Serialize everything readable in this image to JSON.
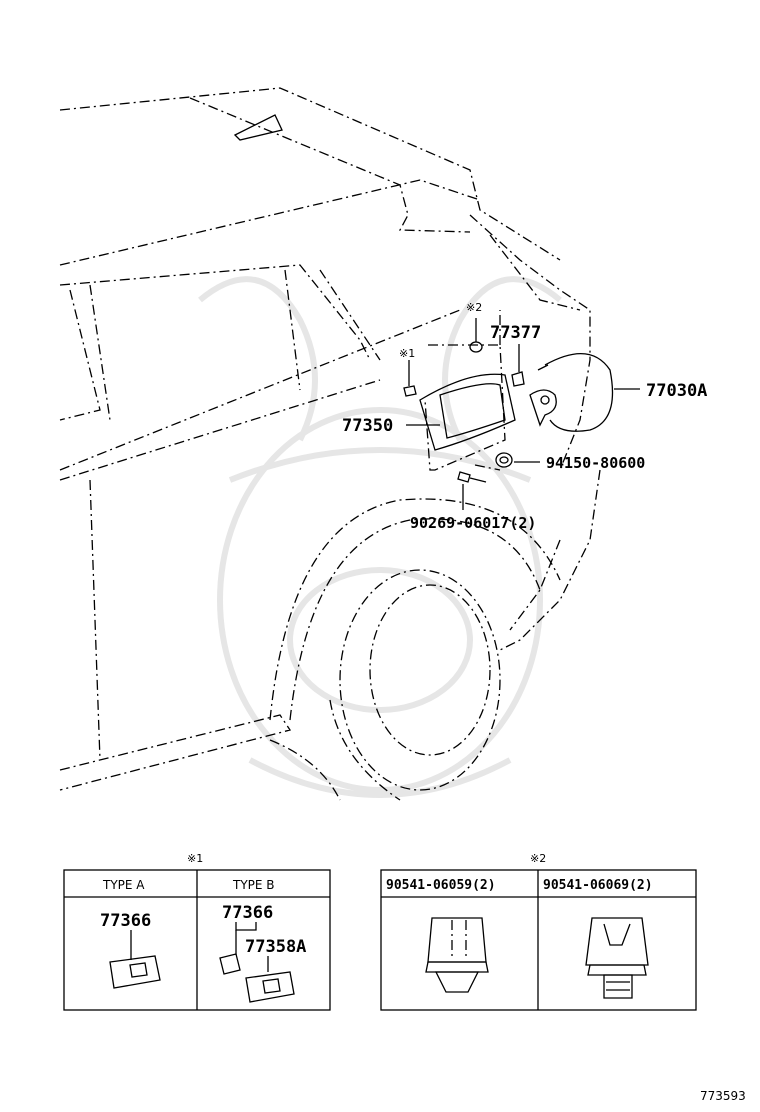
{
  "callouts": {
    "note2_mark": "※2",
    "note1_mark": "※1",
    "p77377": "77377",
    "p77030A": "77030A",
    "p77350": "77350",
    "p94150": "94150-80600",
    "p90269": "90269-06017(2)"
  },
  "table1": {
    "mark": "※1",
    "col_a_header": "TYPE A",
    "col_b_header": "TYPE B",
    "col_a_part": "77366",
    "col_b_part1": "77366",
    "col_b_part2": "77358A"
  },
  "table2": {
    "mark": "※2",
    "col1_header": "90541-06059(2)",
    "col2_header": "90541-06069(2)"
  },
  "figure_number": "773593"
}
